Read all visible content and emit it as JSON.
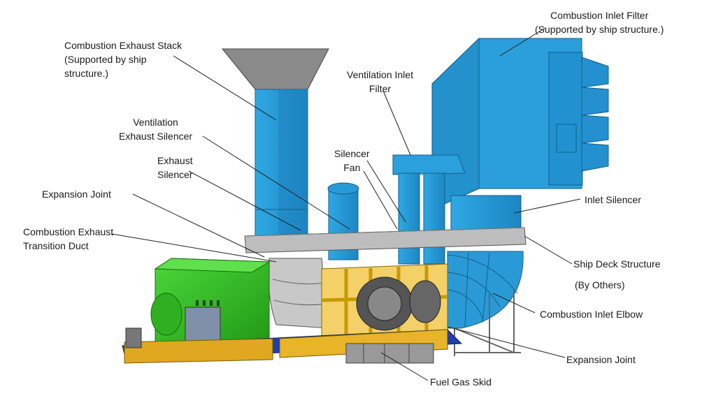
{
  "labels": {
    "exhaust_stack": [
      "Combustion Exhaust Stack",
      "(Supported by ship",
      "structure.)"
    ],
    "ventilation_exhaust_silencer": [
      "Ventilation",
      "Exhaust Silencer"
    ],
    "exhaust_silencer": [
      "Exhaust",
      "Silencer"
    ],
    "expansion_joint_left": [
      "Expansion Joint"
    ],
    "exhaust_transition_duct": [
      "Combustion Exhaust",
      "Transition Duct"
    ],
    "ventilation_inlet_filter": [
      "Ventilation Inlet",
      "Filter"
    ],
    "silencer_fan": [
      "Silencer",
      "Fan"
    ],
    "inlet_filter": [
      "Combustion Inlet Filter",
      "(Supported by ship structure.)"
    ],
    "inlet_silencer": [
      "Inlet Silencer"
    ],
    "ship_deck": [
      "Ship Deck Structure"
    ],
    "by_others": [
      "(By Others)"
    ],
    "inlet_elbow": [
      "Combustion Inlet Elbow"
    ],
    "expansion_joint_right": [
      "Expansion Joint"
    ],
    "fuel_gas_skid": [
      "Fuel Gas Skid"
    ]
  },
  "colors": {
    "duct_blue": "#2aa0dc",
    "duct_blue_dark": "#1c7fb8",
    "generator_green": "#2fc21f",
    "frame_yellow": "#f0c020",
    "base_blue": "#1f3fb0",
    "deck_gray": "#b5b5b5"
  }
}
